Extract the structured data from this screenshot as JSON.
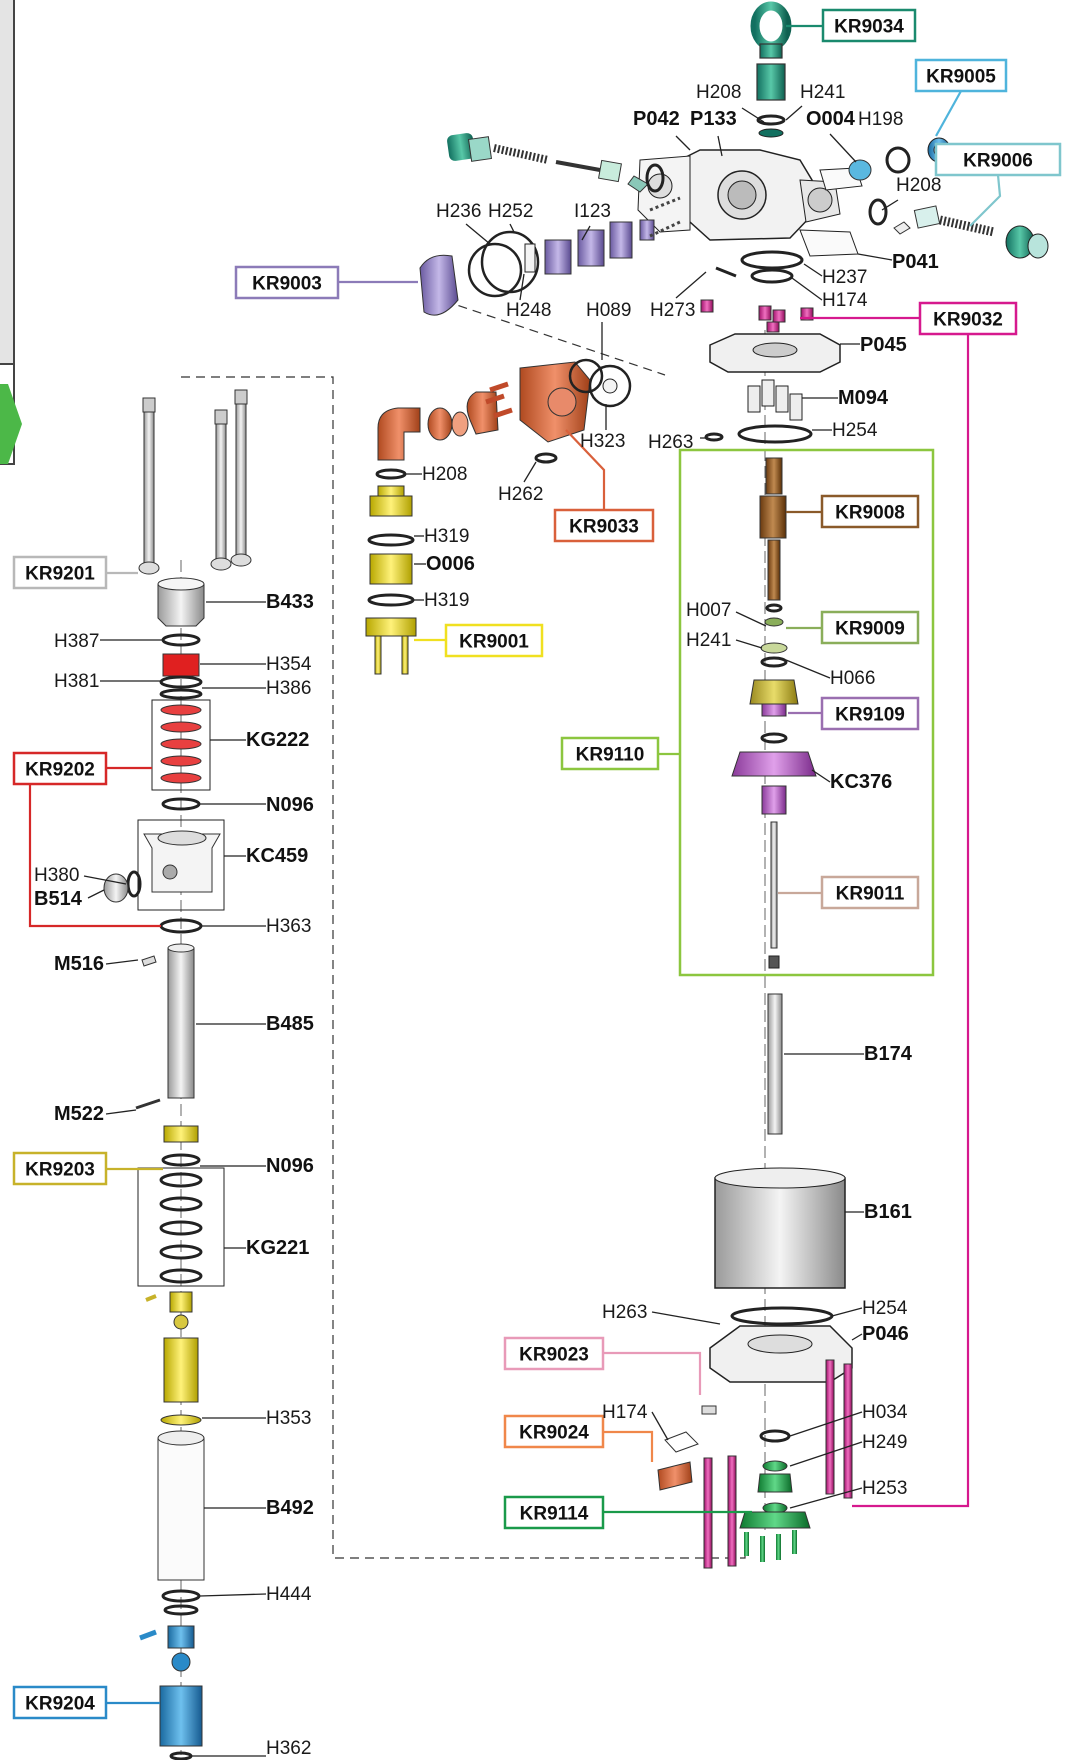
{
  "colors": {
    "kr9034": "#1a8a6e",
    "kr9005": "#4fb4dc",
    "kr9006": "#7fc6cd",
    "kr9003": "#8c7bb8",
    "kr9032": "#d6198e",
    "kr9033": "#d9603b",
    "kr9008": "#8a5a2a",
    "kr9001": "#f0e020",
    "kr9009": "#8aae5a",
    "kr9110": "#8cc63f",
    "kr9109": "#9a6fb0",
    "kr9011": "#c8a89a",
    "kr9201": "#b8b8b8",
    "kr9202": "#d62828",
    "kr9203": "#c7b22a",
    "kr9023": "#e89ab8",
    "kr9024": "#f0874a",
    "kr9114": "#1a9a4a",
    "kr9204": "#2a8ac8",
    "green_arrow": "#4cb848"
  },
  "kits": [
    {
      "id": "kr9034",
      "text": "KR9034"
    },
    {
      "id": "kr9005",
      "text": "KR9005"
    },
    {
      "id": "kr9006",
      "text": "KR9006"
    },
    {
      "id": "kr9003",
      "text": "KR9003"
    },
    {
      "id": "kr9032",
      "text": "KR9032"
    },
    {
      "id": "kr9033",
      "text": "KR9033"
    },
    {
      "id": "kr9008",
      "text": "KR9008"
    },
    {
      "id": "kr9001",
      "text": "KR9001"
    },
    {
      "id": "kr9201",
      "text": "KR9201"
    },
    {
      "id": "kr9009",
      "text": "KR9009"
    },
    {
      "id": "kr9202",
      "text": "KR9202"
    },
    {
      "id": "kr9110",
      "text": "KR9110"
    },
    {
      "id": "kr9109",
      "text": "KR9109"
    },
    {
      "id": "kr9011",
      "text": "KR9011"
    },
    {
      "id": "kr9203",
      "text": "KR9203"
    },
    {
      "id": "kr9023",
      "text": "KR9023"
    },
    {
      "id": "kr9024",
      "text": "KR9024"
    },
    {
      "id": "kr9114",
      "text": "KR9114"
    },
    {
      "id": "kr9204",
      "text": "KR9204"
    }
  ],
  "labels": [
    {
      "id": "h208a",
      "text": "H208",
      "bold": false
    },
    {
      "id": "h241a",
      "text": "H241",
      "bold": false
    },
    {
      "id": "p042",
      "text": "P042",
      "bold": true
    },
    {
      "id": "p133",
      "text": "P133",
      "bold": true
    },
    {
      "id": "o004",
      "text": "O004",
      "bold": true
    },
    {
      "id": "h198",
      "text": "H198",
      "bold": false
    },
    {
      "id": "h208b",
      "text": "H208",
      "bold": false
    },
    {
      "id": "h236",
      "text": "H236",
      "bold": false
    },
    {
      "id": "h252",
      "text": "H252",
      "bold": false
    },
    {
      "id": "i123",
      "text": "I123",
      "bold": false
    },
    {
      "id": "p041",
      "text": "P041",
      "bold": true
    },
    {
      "id": "h237",
      "text": "H237",
      "bold": false
    },
    {
      "id": "h174a",
      "text": "H174",
      "bold": false
    },
    {
      "id": "h248",
      "text": "H248",
      "bold": false
    },
    {
      "id": "h089",
      "text": "H089",
      "bold": false
    },
    {
      "id": "h273",
      "text": "H273",
      "bold": false
    },
    {
      "id": "p045",
      "text": "P045",
      "bold": true
    },
    {
      "id": "m094",
      "text": "M094",
      "bold": true
    },
    {
      "id": "h323",
      "text": "H323",
      "bold": false
    },
    {
      "id": "h263a",
      "text": "H263",
      "bold": false
    },
    {
      "id": "h254a",
      "text": "H254",
      "bold": false
    },
    {
      "id": "h208c",
      "text": "H208",
      "bold": false
    },
    {
      "id": "h262",
      "text": "H262",
      "bold": false
    },
    {
      "id": "h319a",
      "text": "H319",
      "bold": false
    },
    {
      "id": "o006",
      "text": "O006",
      "bold": true
    },
    {
      "id": "h319b",
      "text": "H319",
      "bold": false
    },
    {
      "id": "b433",
      "text": "B433",
      "bold": true
    },
    {
      "id": "h007",
      "text": "H007",
      "bold": false
    },
    {
      "id": "h241b",
      "text": "H241",
      "bold": false
    },
    {
      "id": "h066",
      "text": "H066",
      "bold": false
    },
    {
      "id": "h387",
      "text": "H387",
      "bold": false
    },
    {
      "id": "h354",
      "text": "H354",
      "bold": false
    },
    {
      "id": "h381",
      "text": "H381",
      "bold": false
    },
    {
      "id": "h386",
      "text": "H386",
      "bold": false
    },
    {
      "id": "kg222",
      "text": "KG222",
      "bold": true
    },
    {
      "id": "kc376",
      "text": "KC376",
      "bold": true
    },
    {
      "id": "n096a",
      "text": "N096",
      "bold": true
    },
    {
      "id": "kc459",
      "text": "KC459",
      "bold": true
    },
    {
      "id": "h380",
      "text": "H380",
      "bold": false
    },
    {
      "id": "b514",
      "text": "B514",
      "bold": true
    },
    {
      "id": "h363",
      "text": "H363",
      "bold": false
    },
    {
      "id": "m516",
      "text": "M516",
      "bold": true
    },
    {
      "id": "b485",
      "text": "B485",
      "bold": true
    },
    {
      "id": "b174",
      "text": "B174",
      "bold": true
    },
    {
      "id": "m522",
      "text": "M522",
      "bold": true
    },
    {
      "id": "n096b",
      "text": "N096",
      "bold": true
    },
    {
      "id": "b161",
      "text": "B161",
      "bold": true
    },
    {
      "id": "kg221",
      "text": "KG221",
      "bold": true
    },
    {
      "id": "h263b",
      "text": "H263",
      "bold": false
    },
    {
      "id": "h254b",
      "text": "H254",
      "bold": false
    },
    {
      "id": "p046",
      "text": "P046",
      "bold": true
    },
    {
      "id": "h174b",
      "text": "H174",
      "bold": false
    },
    {
      "id": "h034",
      "text": "H034",
      "bold": false
    },
    {
      "id": "h353",
      "text": "H353",
      "bold": false
    },
    {
      "id": "h249",
      "text": "H249",
      "bold": false
    },
    {
      "id": "h253",
      "text": "H253",
      "bold": false
    },
    {
      "id": "b492",
      "text": "B492",
      "bold": true
    },
    {
      "id": "h444",
      "text": "H444",
      "bold": false
    },
    {
      "id": "h362",
      "text": "H362",
      "bold": false
    }
  ]
}
